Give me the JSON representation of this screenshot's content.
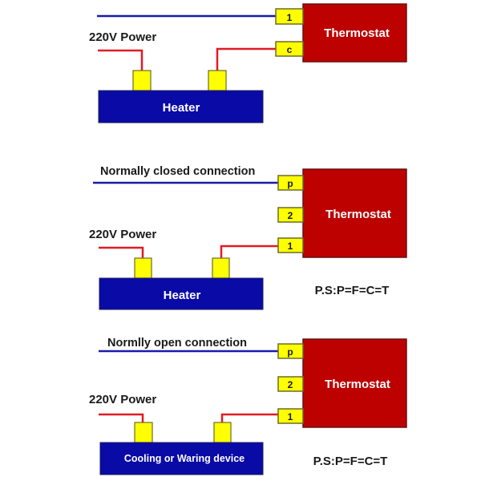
{
  "colors": {
    "control_wire": "#1a1aa8",
    "power_wire": "#e01b24",
    "thermostat_fill": "#bd0000",
    "thermostat_border": "#6a1010",
    "terminal_fill": "#ffff00",
    "terminal_border": "#6b6b2a",
    "device_fill": "#0a0aa6",
    "device_border": "#1c1c5a",
    "label_text": "#1a1a1a",
    "box_text": "#ffffff"
  },
  "diagrams": [
    {
      "id": "heater-basic",
      "control_label": "",
      "power_label": "220V Power",
      "thermostat_label": "Thermostat",
      "terminals": [
        "1",
        "c"
      ],
      "device_label": "Heater",
      "note": ""
    },
    {
      "id": "normally-closed",
      "control_label": "Normally closed connection",
      "power_label": "220V Power",
      "thermostat_label": "Thermostat",
      "terminals": [
        "p",
        "2",
        "1"
      ],
      "device_label": "Heater",
      "note": "P.S:P=F=C=T"
    },
    {
      "id": "normally-open",
      "control_label": "Normlly open connection",
      "power_label": "220V Power",
      "thermostat_label": "Thermostat",
      "terminals": [
        "p",
        "2",
        "1"
      ],
      "device_label": "Cooling or Waring device",
      "note": "P.S:P=F=C=T"
    }
  ]
}
